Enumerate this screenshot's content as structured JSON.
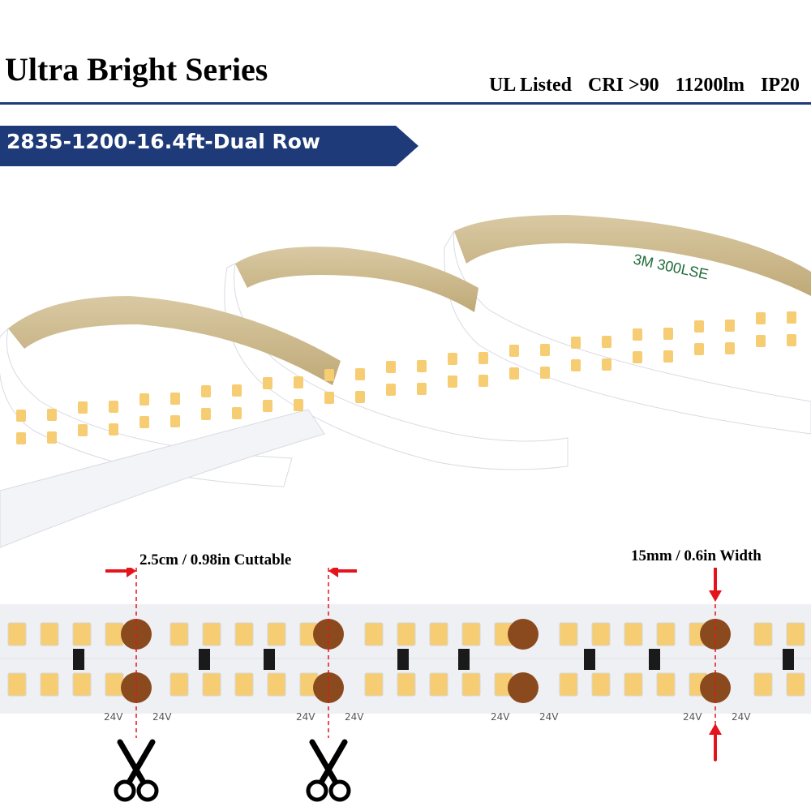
{
  "header": {
    "title": "Ultra Bright Series",
    "specs": [
      "UL Listed",
      "CRI >90",
      "11200lm",
      "IP20"
    ]
  },
  "banner": {
    "label": "2835-1200-16.4ft-Dual Row"
  },
  "dimensions": {
    "cut_label": "2.5cm / 0.98in Cuttable",
    "width_label": "15mm / 0.6in Width"
  },
  "strip": {
    "voltage_label": "24V",
    "tape_print": "3M 300LSE"
  },
  "colors": {
    "banner": "#1e3a78",
    "led": "#f6cd73",
    "pad": "#8b4a1e",
    "arrow": "#e3141b",
    "pcb": "#eef0f4"
  },
  "icons": [
    "scissors-icon",
    "arrow-icon"
  ]
}
